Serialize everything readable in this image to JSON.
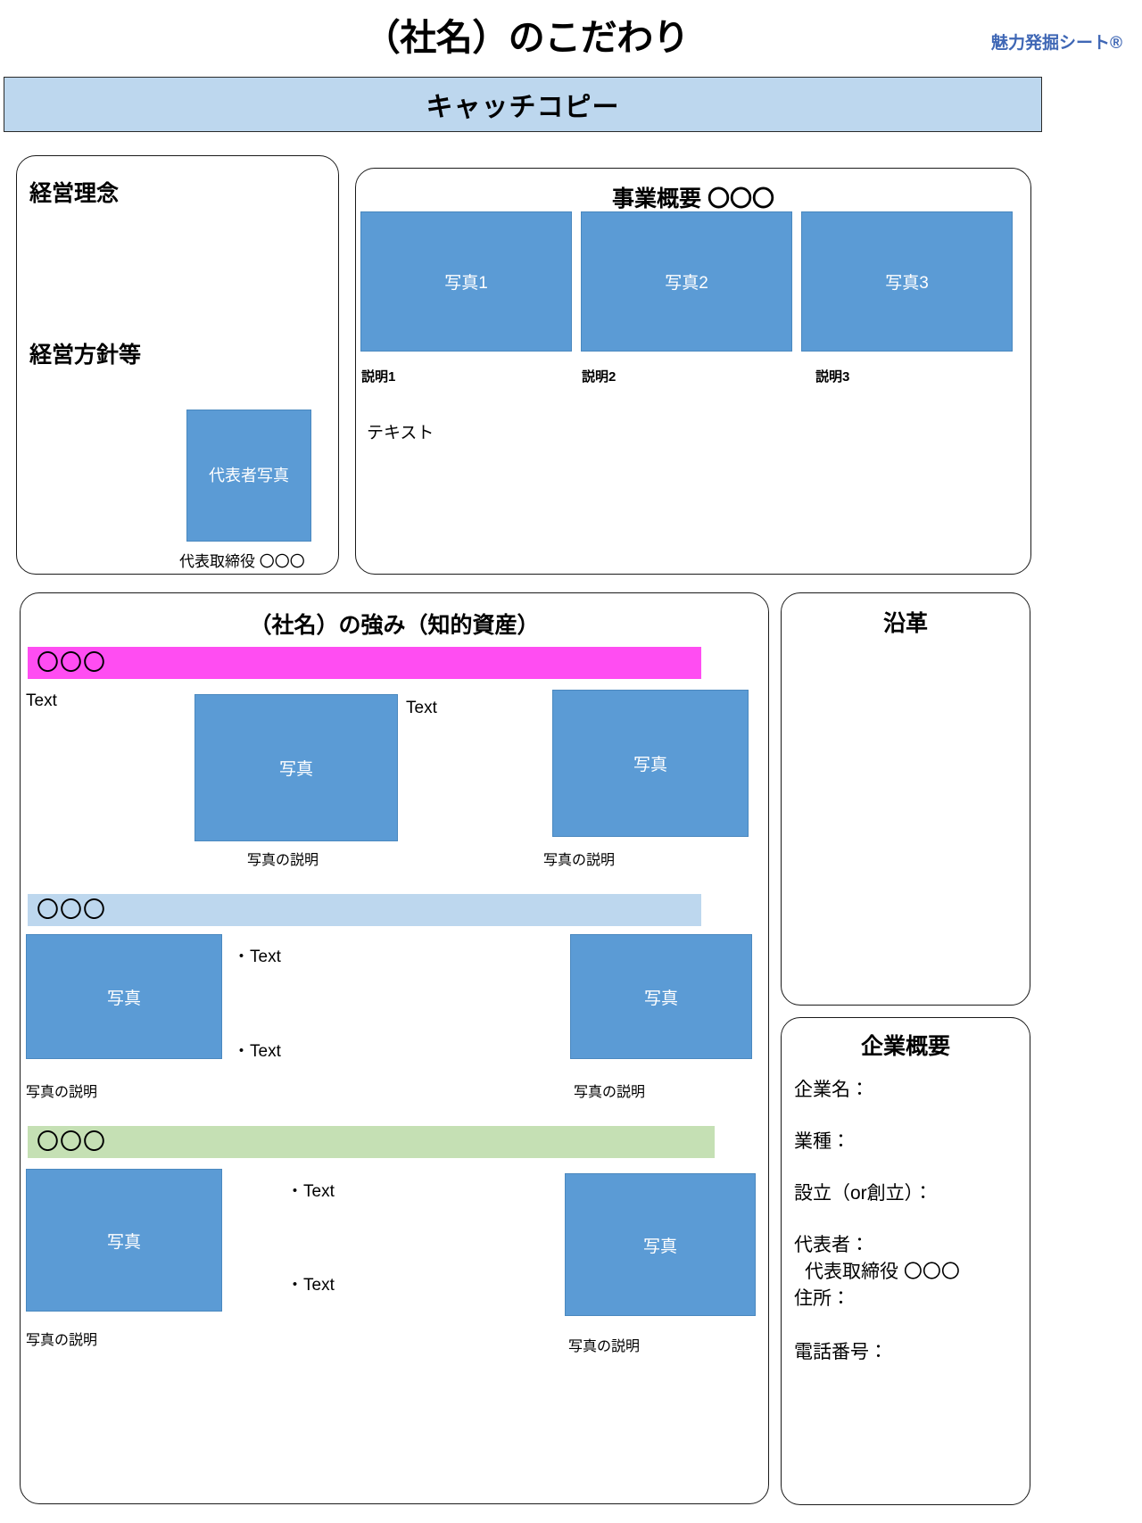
{
  "header": {
    "title": "（社名）のこだわり",
    "brand": "魅力発掘シート®"
  },
  "catch_copy": {
    "label": "キャッチコピー"
  },
  "philosophy": {
    "heading": "経営理念",
    "policy_heading": "経営方針等",
    "rep_photo_label": "代表者写真",
    "rep_caption": "代表取締役 〇〇〇"
  },
  "business": {
    "heading": "事業概要 〇〇〇",
    "photos": [
      {
        "label": "写真1",
        "caption": "説明1"
      },
      {
        "label": "写真2",
        "caption": "説明2"
      },
      {
        "label": "写真3",
        "caption": "説明3"
      }
    ],
    "body_text": "テキスト"
  },
  "strengths": {
    "heading": "（社名）の強み（知的資産）",
    "blocks": [
      {
        "band_label": "〇〇〇",
        "band_color": "#ff4df2",
        "text_left": "Text",
        "text_right": "Text",
        "photo_a_label": "写真",
        "photo_b_label": "写真",
        "caption_a": "写真の説明",
        "caption_b": "写真の説明"
      },
      {
        "band_label": "〇〇〇",
        "band_color": "#bdd7ee",
        "bullet_1": "・Text",
        "bullet_2": "・Text",
        "photo_a_label": "写真",
        "photo_b_label": "写真",
        "caption_a": "写真の説明",
        "caption_b": "写真の説明"
      },
      {
        "band_label": "〇〇〇",
        "band_color": "#c5e0b4",
        "bullet_1": "・Text",
        "bullet_2": "・Text",
        "photo_a_label": "写真",
        "photo_b_label": "写真",
        "caption_a": "写真の説明",
        "caption_b": "写真の説明"
      }
    ]
  },
  "history": {
    "heading": "沿革"
  },
  "company": {
    "heading": "企業概要",
    "fields": [
      {
        "label": "企業名："
      },
      {
        "label": "業種："
      },
      {
        "label": "設立（or創立）："
      },
      {
        "label": "代表者：",
        "value": "代表取締役 〇〇〇"
      },
      {
        "label": "住所："
      },
      {
        "label": "電話番号："
      }
    ]
  },
  "colors": {
    "band_blue": "#bdd7ee",
    "photo_blue": "#5b9bd5",
    "accent_magenta": "#ff4df2",
    "accent_green": "#c5e0b4",
    "brand_blue": "#3f67b5"
  }
}
